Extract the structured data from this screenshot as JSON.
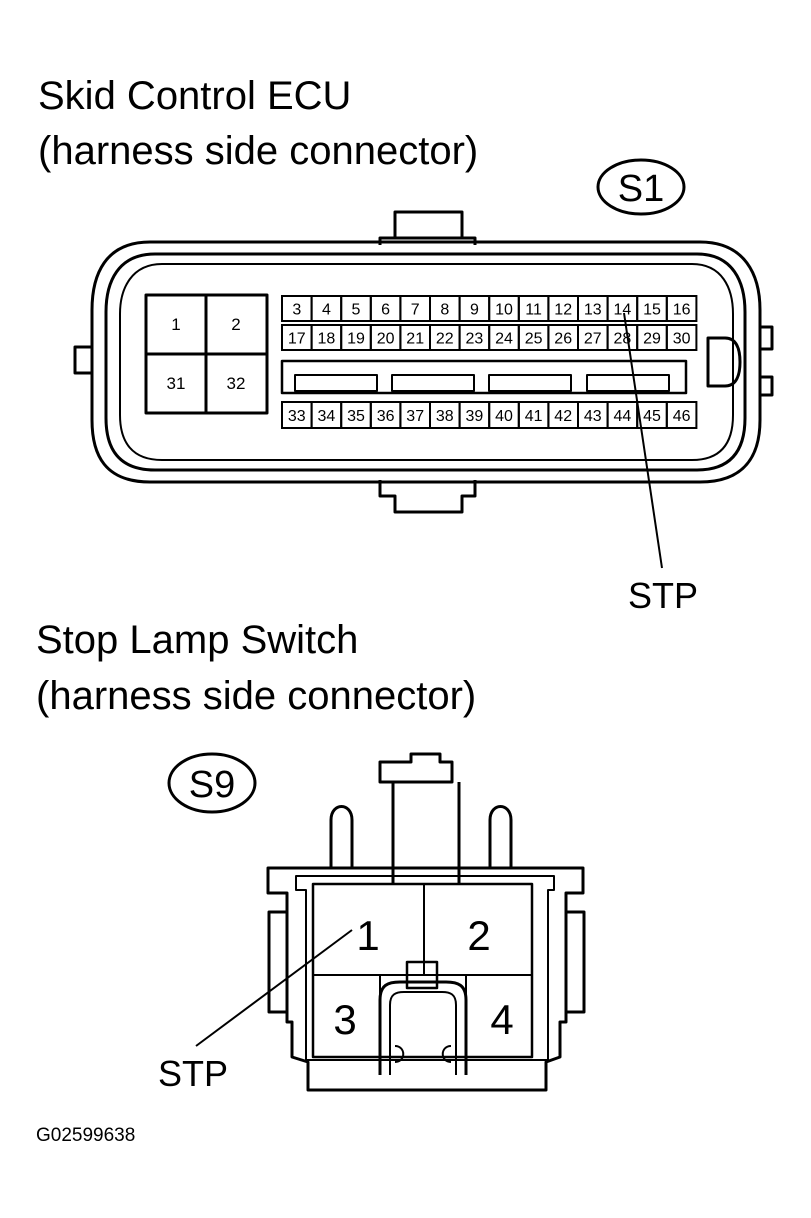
{
  "ecu": {
    "title_line1": "Skid Control ECU",
    "title_line2": "(harness side connector)",
    "connector_code": "S1",
    "big_pins": [
      "1",
      "2",
      "31",
      "32"
    ],
    "row_top": [
      "3",
      "4",
      "5",
      "6",
      "7",
      "8",
      "9",
      "10",
      "11",
      "12",
      "13",
      "14",
      "15",
      "16"
    ],
    "row_middle": [
      "17",
      "18",
      "19",
      "20",
      "21",
      "22",
      "23",
      "24",
      "25",
      "26",
      "27",
      "28",
      "29",
      "30"
    ],
    "row_bottom": [
      "33",
      "34",
      "35",
      "36",
      "37",
      "38",
      "39",
      "40",
      "41",
      "42",
      "43",
      "44",
      "45",
      "46"
    ],
    "callout": "STP"
  },
  "switch": {
    "title_line1": "Stop Lamp Switch",
    "title_line2": "(harness side connector)",
    "connector_code": "S9",
    "pins": [
      "1",
      "2",
      "3",
      "4"
    ],
    "callout": "STP"
  },
  "figure_id": "G02599638"
}
